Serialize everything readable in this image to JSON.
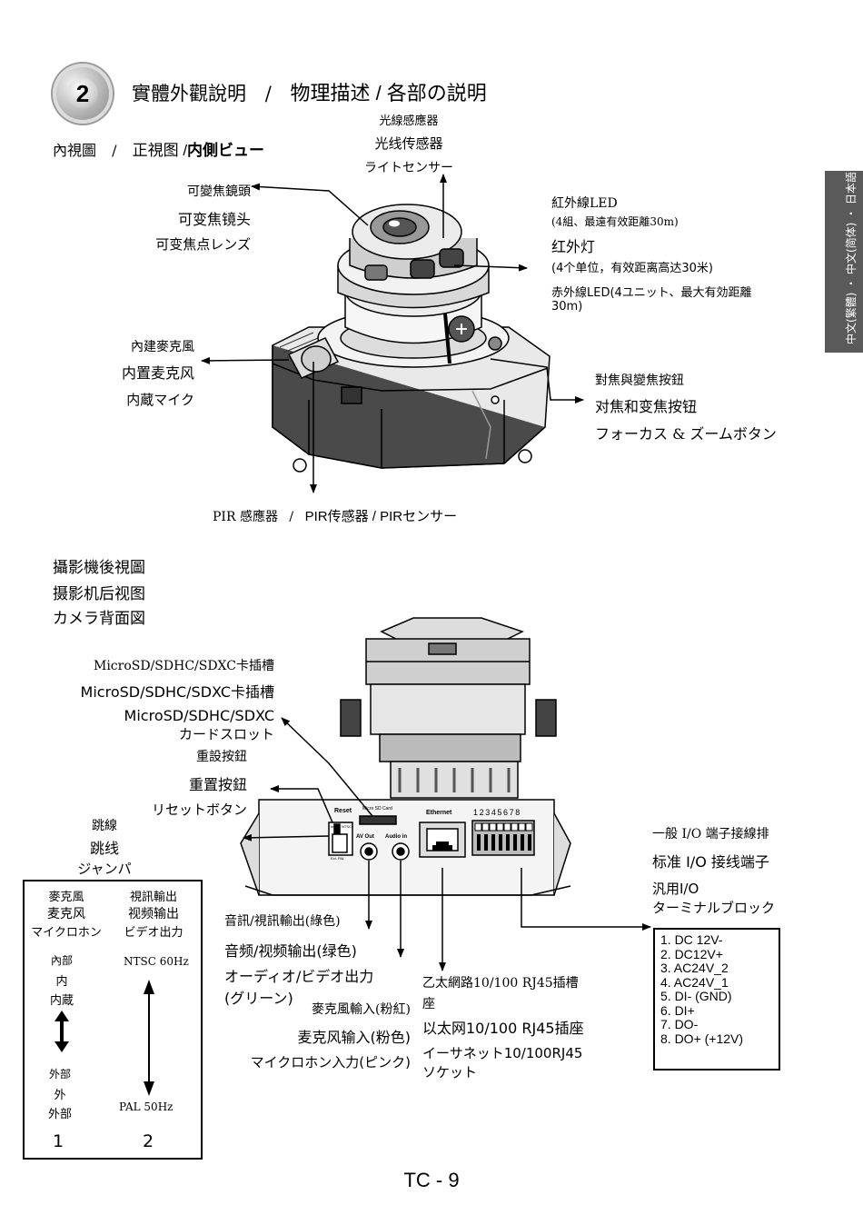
{
  "header": {
    "section_number": "2",
    "title_tw": "實體外觀說明",
    "title_sep": "/",
    "title_rest": "物理描述 / 各部の説明"
  },
  "side_tab": "中文(繁體) ・ 中文(简体) ・ 日本語",
  "inner_view": {
    "heading_tw": "內視圖",
    "heading_sep": "/",
    "heading_cn": "正視图 /",
    "heading_jp": "内側ビュー",
    "light_sensor": [
      "光線感應器",
      "光线传感器",
      "ライトセンサー"
    ],
    "varifocal_lens": [
      "可變焦鏡頭",
      "可变焦镜头",
      "可变焦点レンズ"
    ],
    "ir_led": {
      "tw": "紅外線LED",
      "tw_note": "(4組、最遠有效距離30m)",
      "cn": "红外灯",
      "cn_note": "(4个单位，有效距离高达30米)",
      "jp_line1": "赤外線LED(4ユニット、最大有効距離",
      "jp_line2": "30m)"
    },
    "microphone": [
      "內建麥克風",
      "内置麦克风",
      "内蔵マイク"
    ],
    "focus_zoom": [
      "對焦與變焦按鈕",
      "对焦和变焦按钮",
      "フォーカス & ズームボタン"
    ],
    "pir": {
      "tw": "PIR 感應器",
      "sep": "/",
      "rest": "PIR传感器 / PIRセンサー"
    }
  },
  "rear_view": {
    "heading": [
      "攝影機後視圖",
      "摄影机后视图",
      "カメラ背面図"
    ],
    "sd_slot": {
      "tw": "MicroSD/SDHC/SDXC卡插槽",
      "cn": "MicroSD/SDHC/SDXC卡插槽",
      "jp_line1": "MicroSD/SDHC/SDXC",
      "jp_line2": "カードスロット"
    },
    "reset": [
      "重設按鈕",
      "重置按鈕",
      "リセットボタン"
    ],
    "jumper": [
      "跳線",
      "跳线",
      "ジャンパ"
    ],
    "io_terminal": [
      "一般 I/O 端子接線排",
      "标准 I/O 接线端子",
      "汎用I/O",
      "ターミナルブロック"
    ],
    "av_out": [
      "音訊/視訊輸出(綠色)",
      "音频/视频输出(绿色)",
      "オーディオ/ビデオ出力",
      "(グリーン)"
    ],
    "mic_in": [
      "麥克風輸入(粉紅)",
      "麦克风输入(粉色)",
      "マイクロホン入力(ピンク)"
    ],
    "ethernet": [
      "乙太網路10/100 RJ45插槽",
      "座",
      "以太网10/100 RJ45插座",
      "イーサネット10/100RJ45",
      "ソケット"
    ],
    "panel_labels": {
      "reset": "Reset",
      "sd": "Micro SD Card",
      "ethernet": "Ethernet",
      "pins": "12345678",
      "av_out": "AV Out",
      "audio_in": "Audio in",
      "ntsc": "NTSC",
      "ext_pal": "Ext. PAL",
      "int": "Int."
    }
  },
  "legend": {
    "col1_head": [
      "麥克風",
      "麦克风",
      "マイクロホン"
    ],
    "col2_head": [
      "視訊輸出",
      "视频输出",
      "ビデオ出力"
    ],
    "col1_top": [
      "內部",
      "内",
      "内蔵"
    ],
    "col1_bottom": [
      "外部",
      "外",
      "外部"
    ],
    "col2_top": "NTSC 60Hz",
    "col2_bottom": "PAL 50Hz",
    "num1": "1",
    "num2": "2"
  },
  "pins": [
    "1. DC 12V-",
    "2. DC12V+",
    "3. AC24V_2",
    "4. AC24V_1",
    "5. DI- (GND)",
    "6. DI+",
    "7. DO-",
    "8. DO+ (+12V)"
  ],
  "footer": {
    "page": "TC - 9"
  }
}
